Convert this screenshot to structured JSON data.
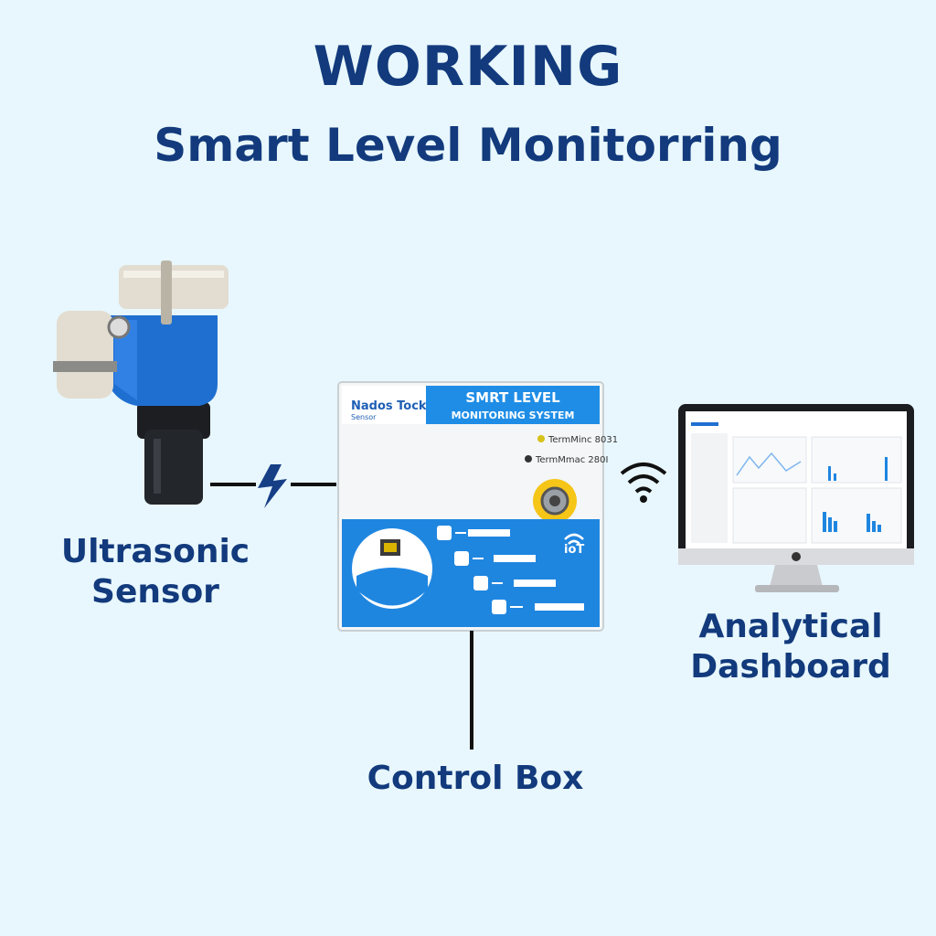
{
  "header": {
    "title": "WORKING",
    "subtitle": "Smart Level Monitorring"
  },
  "labels": {
    "sensor_line1": "Ultrasonic",
    "sensor_line2": "Sensor",
    "control_box": "Control Box",
    "dashboard_line1": "Analytical",
    "dashboard_line2": "Dashboard"
  },
  "control_box": {
    "brand": "Nados Tock",
    "brand_sub": "Sensor",
    "panel_title_1": "SMRT LEVEL",
    "panel_title_2": "MONITORING SYSTEM",
    "indicator_1": "TermMinc 8031",
    "indicator_2": "TermMmac 280I",
    "iot_label": "ioT"
  },
  "colors": {
    "heading": "#123a7c",
    "accent_blue": "#1f7fd8",
    "background": "#e8f7fd"
  },
  "icons": [
    "lightning-bolt-icon",
    "wifi-signal-icon",
    "wifi-badge-icon"
  ]
}
